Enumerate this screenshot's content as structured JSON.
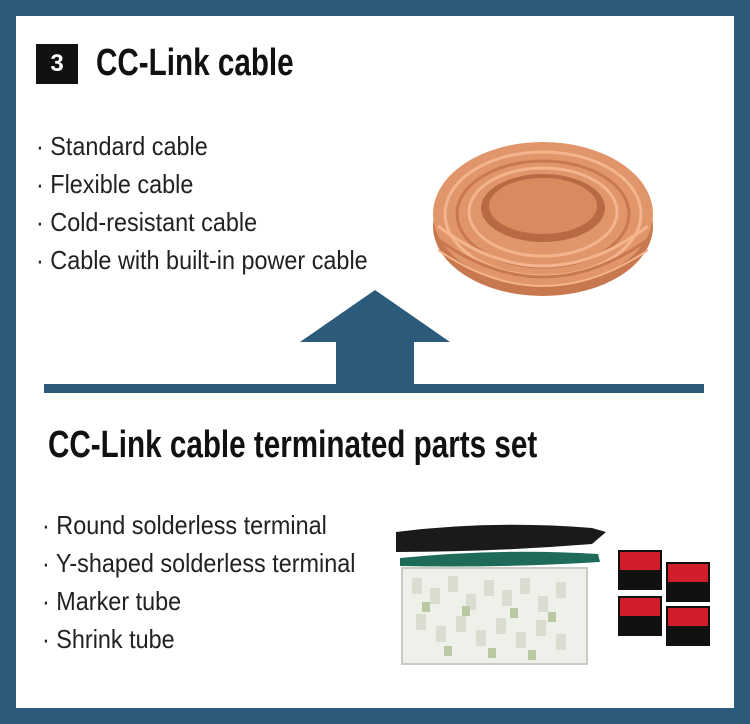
{
  "section_number": "3",
  "section_title": "CC-Link cable",
  "cable_types": [
    "Standard cable",
    "Flexible cable",
    "Cold-resistant cable",
    "Cable with built-in power cable"
  ],
  "parts_set_title": "CC-Link cable terminated parts set",
  "parts": [
    "Round solderless terminal",
    "Y-shaped solderless terminal",
    "Marker tube",
    "Shrink tube"
  ],
  "colors": {
    "frame": "#2b5a7a",
    "cable_orange": "#d98a5e",
    "badge": "#111111"
  }
}
